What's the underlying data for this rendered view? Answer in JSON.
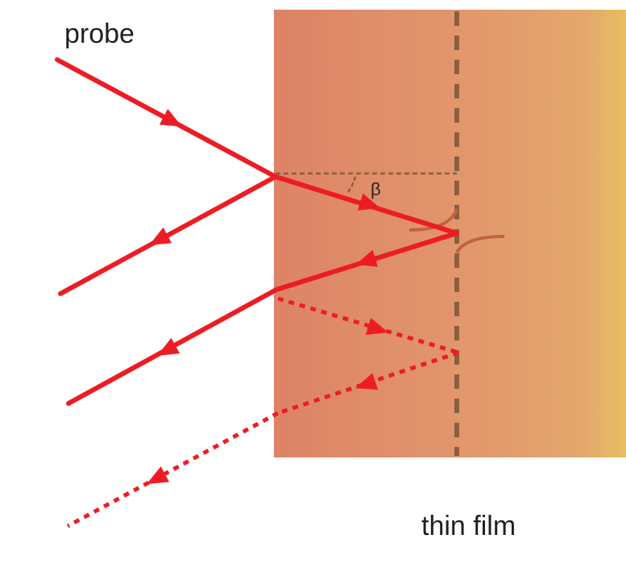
{
  "labels": {
    "probe": "probe",
    "thin_film": "thin film",
    "angle": "β"
  },
  "colors": {
    "beam": "#ed1c24",
    "film_left": "#de8468",
    "film_mid": "#e29a6c",
    "film_right": "#e6bd62",
    "interface": "#8a5e3e",
    "defect": "#c0633f",
    "text": "#231f20"
  }
}
